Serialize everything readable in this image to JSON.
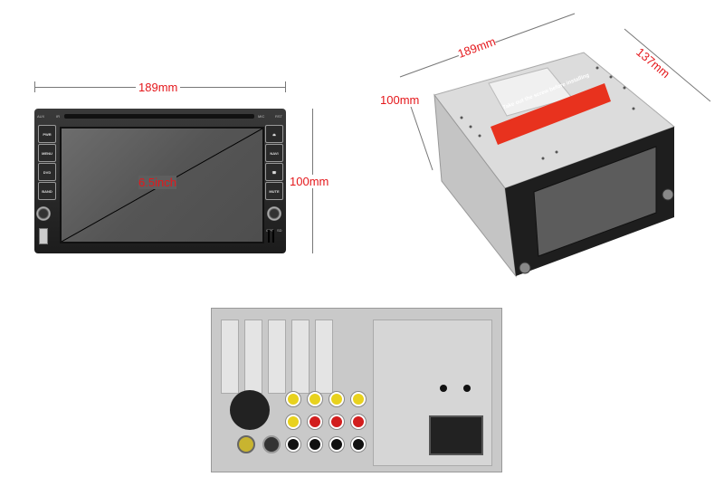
{
  "front_view": {
    "width_label": "189mm",
    "height_label": "100mm",
    "screen_label": "6.5inch",
    "left_buttons": [
      "PWR",
      "MENU",
      "DVD",
      "BAND"
    ],
    "right_buttons": [
      "⏏",
      "NAVI",
      "☎",
      "MUTE"
    ],
    "small_labels": {
      "aux": "AUX",
      "ir": "IR",
      "mic": "MIC",
      "rst": "RST",
      "gps": "GPS",
      "sd": "SD"
    }
  },
  "iso_view": {
    "width_label": "189mm",
    "depth_label": "137mm",
    "height_label": "100mm",
    "sticker_text": "Take out the screw before installing"
  },
  "colors": {
    "dimension_text": "#e4171b",
    "sticker": "#e8321e"
  }
}
